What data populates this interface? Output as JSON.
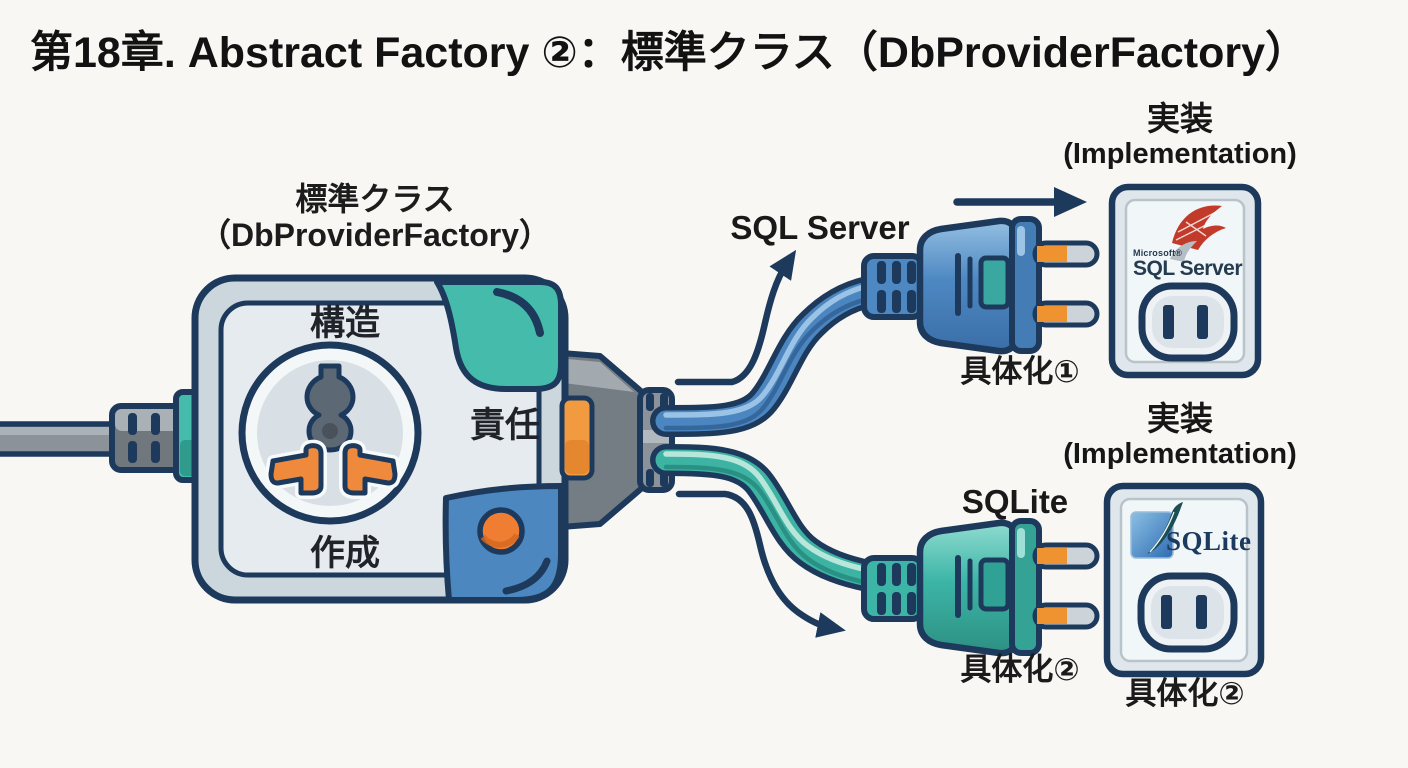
{
  "title": "第18章. Abstract Factory ②：標準クラス（DbProviderFactory）",
  "abstract_factory": {
    "label_line1": "標準クラス",
    "label_line2": "（DbProviderFactory）",
    "structure_label": "構造",
    "responsibility_label": "責任",
    "creation_label": "作成"
  },
  "sql_server_branch": {
    "cable_label": "SQL Server",
    "plug_caption": "具体化①",
    "impl_label_ja": "実装",
    "impl_label_en": "(Implementation)",
    "logo_brand": "Microsoft®",
    "logo_product": "SQL Server"
  },
  "sqlite_branch": {
    "cable_label": "SQLite",
    "plug_caption": "具体化②",
    "impl_label_ja": "実装",
    "impl_label_en": "(Implementation)",
    "logo_product": "SQLite",
    "socket_caption": "具体化②"
  },
  "colors": {
    "background": "#f8f7f4",
    "outline_navy": "#1d3a5c",
    "teal": "#45bcab",
    "plug_blue": "#4e88c2",
    "orange": "#ef8a3c",
    "sql_server_red": "#c23b2a",
    "cable_gray": "#8b9299"
  }
}
